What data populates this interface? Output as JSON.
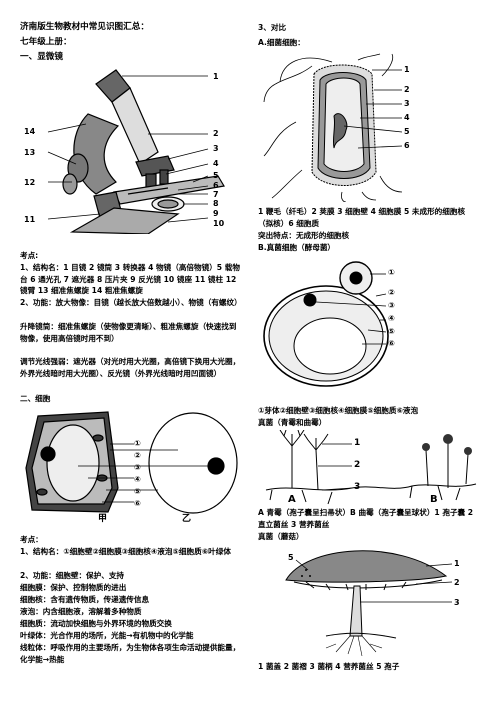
{
  "left": {
    "title": "济南版生物教材中常见识图汇总：",
    "grade": "七年级上册：",
    "sec1": "一、显微镜",
    "mic_nums": [
      "1",
      "2",
      "3",
      "4",
      "5",
      "6",
      "7",
      "8",
      "9",
      "10",
      "11",
      "12",
      "13",
      "14"
    ],
    "kaodian": "考点:",
    "structure": "1、结构名：1 目镜 2 镜筒 3 转换器 4 物镜（高倍物镜）5 载物台 6 通光孔 7 遮光器 8 压片夹 9 反光镜 10 镜座 11 镜柱 12 镜臂 13 细准焦螺旋 14 粗准焦螺旋",
    "func": "2、功能：放大物像：目镜（越长放大倍数越小）、物镜（有螺纹）",
    "lift": "升降镜筒：细准焦螺旋（使物像更清晰）、粗准焦螺旋（快速找到物像，使用高倍镜时用不到）",
    "light": "调节光线强弱：遮光器（对光时用大光圈，高倍镜下换用大光圈，外界光线暗时用大光圈）、反光镜（外界光线暗时用凹面镜）",
    "sec2": "二、细胞",
    "cell_nums": [
      "①",
      "②",
      "③",
      "④",
      "⑤",
      "⑥"
    ],
    "jia": "甲",
    "yi": "乙",
    "kaodian2": "考点：",
    "cell_struct": "1、结构名：①细胞壁②细胞膜③细胞核④液泡⑤细胞质⑥叶绿体",
    "cell_func": "2、功能：细胞壁：保护、支持",
    "f1": "细胞膜：保护、控制物质的进出",
    "f2": "细胞核：含有遗传物质，传递遗传信息",
    "f3": "液泡：内含细胞液，溶解着多种物质",
    "f4": "细胞质：流动加快细胞与外界环境的物质交换",
    "f5": "叶绿体：光合作用的场所，光能→有机物中的化学能",
    "f6": "线粒体：呼吸作用的主要场所，为生物体各项生命活动提供能量，化学能→热能"
  },
  "right": {
    "sec3": "3、对比",
    "bact_head": "A.细菌细胞：",
    "bact_nums": [
      "1",
      "2",
      "3",
      "4",
      "5",
      "6"
    ],
    "bact_caption": "1 鞭毛（纤毛）2 荚膜 3 细胞壁 4 细胞膜 5 未成形的细胞核（拟核）6 细胞质",
    "bact_feature": "突出特点：无成形的细胞核",
    "yeast_head": "B.真菌细胞（酵母菌）",
    "yeast_nums": [
      "①",
      "②",
      "③",
      "④",
      "⑤",
      "⑥"
    ],
    "yeast_caption": "①芽体②细胞壁③细胞核④细胞膜⑤细胞质⑥液泡",
    "mold_head": "真菌（青霉和曲霉）",
    "mold_nums": [
      "1",
      "2",
      "3"
    ],
    "mold_a": "A",
    "mold_b": "B",
    "mold_caption": "A 青霉（孢子囊呈扫帚状）B 曲霉（孢子囊呈球状）1 孢子囊 2 直立菌丝 3 营养菌丝",
    "mush_head": "真菌（蘑菇）",
    "mush_nums": [
      "1",
      "2",
      "3",
      "5"
    ],
    "mush_caption": "1 菌盖 2 菌褶 3 菌柄 4 营养菌丝 5 孢子"
  }
}
